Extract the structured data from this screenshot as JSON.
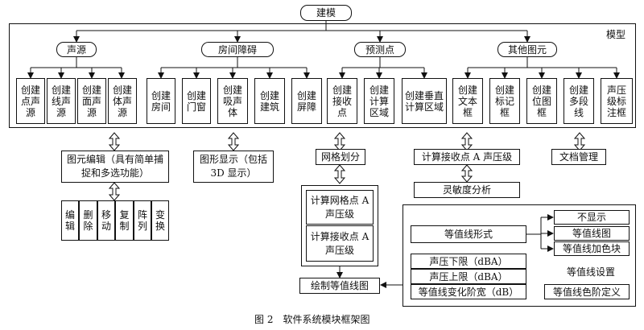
{
  "root": {
    "label": "建模"
  },
  "model": {
    "label": "模型",
    "groups": [
      {
        "label": "声源",
        "items": [
          "创建点声源",
          "创建线声源",
          "创建面声源",
          "创建体声源"
        ]
      },
      {
        "label": "房间障碍",
        "items": [
          "创建房间",
          "创建门窗",
          "创建吸声体",
          "创建建筑",
          "创建屏障"
        ]
      },
      {
        "label": "预测点",
        "items": [
          "创建接收点",
          "创建计算区域",
          "创建垂直计算区域"
        ]
      },
      {
        "label": "其他图元",
        "items": [
          "创建文本框",
          "创建标记框",
          "创建位图框",
          "创建多段线",
          "声压级标注框"
        ]
      }
    ]
  },
  "modules": {
    "primitive_edit": "图元编辑（具有简单捕捉和多选功能）",
    "edit_ops": [
      "编辑",
      "删除",
      "移动",
      "复制",
      "阵列",
      "变换"
    ],
    "graphic_display": "图形显示（包括 3D 显示）",
    "mesh": "网格划分",
    "grid_calc": "计算网格点 A 声压级",
    "receiver_calc": "计算接收点 A 声压级",
    "draw_contour": "绘制等值线图",
    "calc_receiver_spl": "计算接收点 A 声压级",
    "sensitivity": "灵敏度分析",
    "doc_manage": "文档管理"
  },
  "contour_settings": {
    "title": "等值线设置",
    "form": "等值线形式",
    "form_options": [
      "不显示",
      "等值线图",
      "等值线加色块"
    ],
    "lower": "声压下限（dBA）",
    "upper": "声压上限（dBA）",
    "step": "等值线变化阶宽（dB）",
    "color": "等值线色阶定义"
  },
  "caption": "图 2　软件系统模块框架图"
}
